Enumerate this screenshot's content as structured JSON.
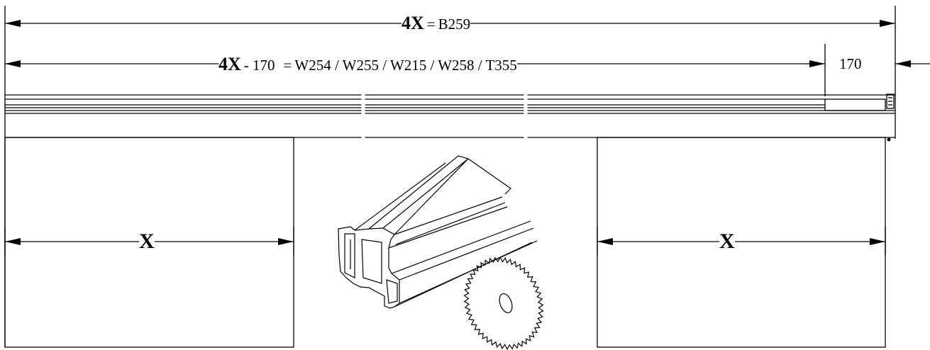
{
  "total_dim": {
    "mult": "4X",
    "eq": "=",
    "ref": "B259"
  },
  "cut_dim": {
    "mult": "4X",
    "minus": "- 170",
    "eq": "=",
    "refs": "W254 / W255 / W215 / W258 / T355"
  },
  "end_dim": {
    "value": "170"
  },
  "left_dim": {
    "label": "X"
  },
  "right_dim": {
    "label": "X"
  }
}
